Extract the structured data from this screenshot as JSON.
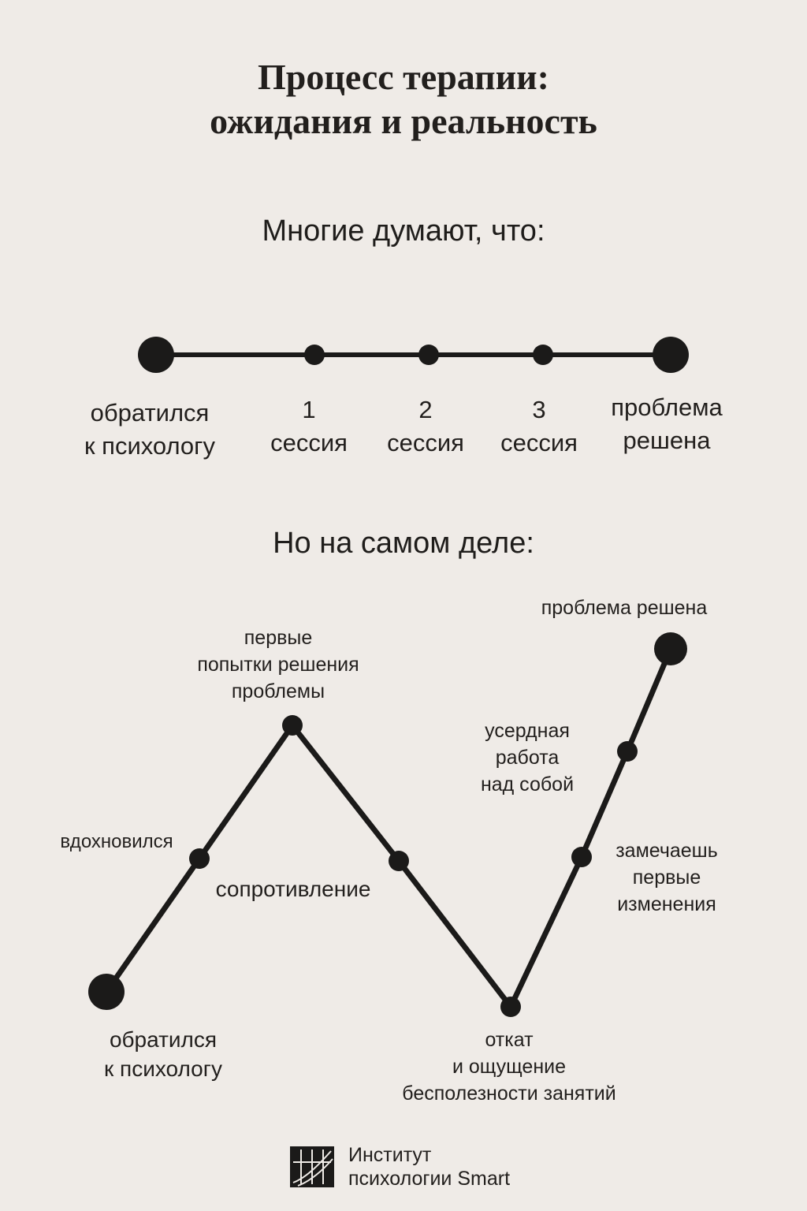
{
  "title": {
    "line1": "Процесс терапии:",
    "line2": "ожидания и реальность"
  },
  "expectation": {
    "heading": "Многие думают, что:",
    "steps": [
      {
        "line1": "обратился",
        "line2": "к психологу"
      },
      {
        "line1": "1",
        "line2": "сессия"
      },
      {
        "line1": "2",
        "line2": "сессия"
      },
      {
        "line1": "3",
        "line2": "сессия"
      },
      {
        "line1": "проблема",
        "line2": "решена"
      }
    ]
  },
  "reality": {
    "heading": "Но на самом деле:",
    "stages": [
      {
        "lines": [
          "обратился",
          "к психологу"
        ]
      },
      {
        "lines": [
          "вдохновился"
        ]
      },
      {
        "lines": [
          "первые",
          "попытки решения",
          "проблемы"
        ]
      },
      {
        "lines": [
          "сопротивление"
        ]
      },
      {
        "lines": [
          "откат",
          "и ощущение",
          "бесполезности занятий"
        ]
      },
      {
        "lines": [
          "замечаешь",
          "первые",
          "изменения"
        ]
      },
      {
        "lines": [
          "усердная",
          "работа",
          "над собой"
        ]
      },
      {
        "lines": [
          "проблема решена"
        ]
      }
    ]
  },
  "brand": {
    "line1": "Институт",
    "line2": "психологии Smart"
  },
  "colors": {
    "background": "#efebe7",
    "ink": "#1b1a19"
  }
}
